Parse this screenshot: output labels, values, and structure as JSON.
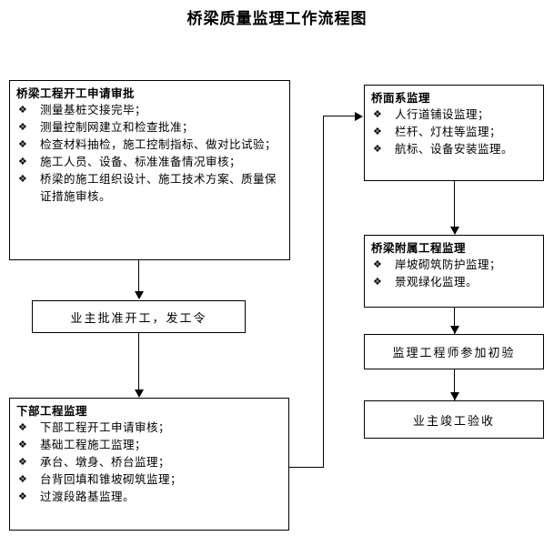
{
  "title": "桥梁质量监理工作流程图",
  "bullet_glyph": "❖",
  "colors": {
    "background": "#ffffff",
    "stroke": "#000000",
    "text": "#000000"
  },
  "nodes": {
    "start": {
      "heading": "桥梁工程开工申请审批",
      "items": [
        "测量基桩交接完毕；",
        "测量控制网建立和检查批准；",
        "检查材料抽检，施工控制指标、做对比试验；",
        "施工人员、设备、标准准备情况审核；",
        "桥梁的施工组织设计、施工技术方案、质量保证措施审核。"
      ]
    },
    "owner_approve": {
      "label": "业主批准开工，发工令"
    },
    "substructure": {
      "heading": "下部工程监理",
      "items": [
        "下部工程开工申请审核；",
        "基础工程施工监理；",
        "承台、墩身、桥台监理；",
        "台背回填和锥坡砌筑监理；",
        "过渡段路基监理。"
      ]
    },
    "deck_system": {
      "heading": "桥面系监理",
      "items": [
        "人行道铺设监理；",
        "栏杆、灯柱等监理；",
        "航标、设备安装监理。"
      ]
    },
    "ancillary": {
      "heading": "桥梁附属工程监理",
      "items": [
        "岸坡砌筑防护监理；",
        "景观绿化监理。"
      ]
    },
    "initial_inspection": {
      "label": "监理工程师参加初验"
    },
    "final_acceptance": {
      "label": "业主竣工验收"
    }
  },
  "connectors": [
    {
      "name": "start-to-owner-approve",
      "type": "arrow-down"
    },
    {
      "name": "owner-approve-to-substructure",
      "type": "arrow-down"
    },
    {
      "name": "substructure-to-deck-system",
      "type": "arrow-right-elbow"
    },
    {
      "name": "deck-system-to-ancillary",
      "type": "arrow-down"
    },
    {
      "name": "ancillary-to-initial-inspection",
      "type": "arrow-down"
    },
    {
      "name": "initial-inspection-to-final-acceptance",
      "type": "arrow-down"
    }
  ]
}
